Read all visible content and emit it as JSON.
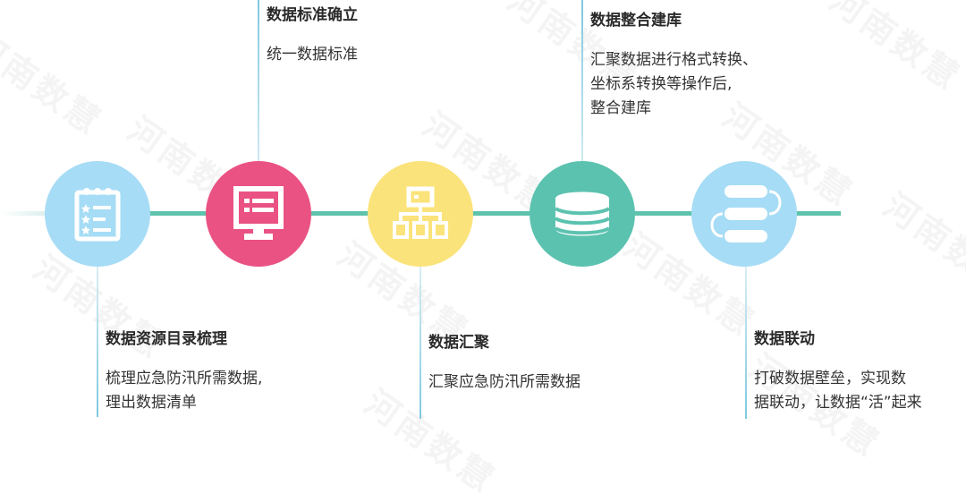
{
  "watermark": "河南数慧",
  "colors": {
    "timeline": "#5ec3ac",
    "node_light_blue": "#a6dcf5",
    "node_pink": "#ea5283",
    "node_yellow": "#fbe37b",
    "node_teal": "#5cc2b0",
    "connector": "#7fc8df"
  },
  "steps": [
    {
      "icon": "checklist-icon",
      "title": "数据资源目录梳理",
      "desc": "梳理应急防汛所需数据,\n理出数据清单",
      "position": "below"
    },
    {
      "icon": "monitor-list-icon",
      "title": "数据标准确立",
      "desc": "统一数据标准",
      "position": "above"
    },
    {
      "icon": "hierarchy-icon",
      "title": "数据汇聚",
      "desc": "汇聚应急防汛所需数据",
      "position": "below"
    },
    {
      "icon": "database-icon",
      "title": "数据整合建库",
      "desc": "汇聚数据进行格式转换、\n坐标系转换等操作后,\n整合建库",
      "position": "above"
    },
    {
      "icon": "data-link-icon",
      "title": "数据联动",
      "desc": "打破数据壁垒，实现数\n据联动，让数据“活”起来",
      "position": "below"
    }
  ]
}
